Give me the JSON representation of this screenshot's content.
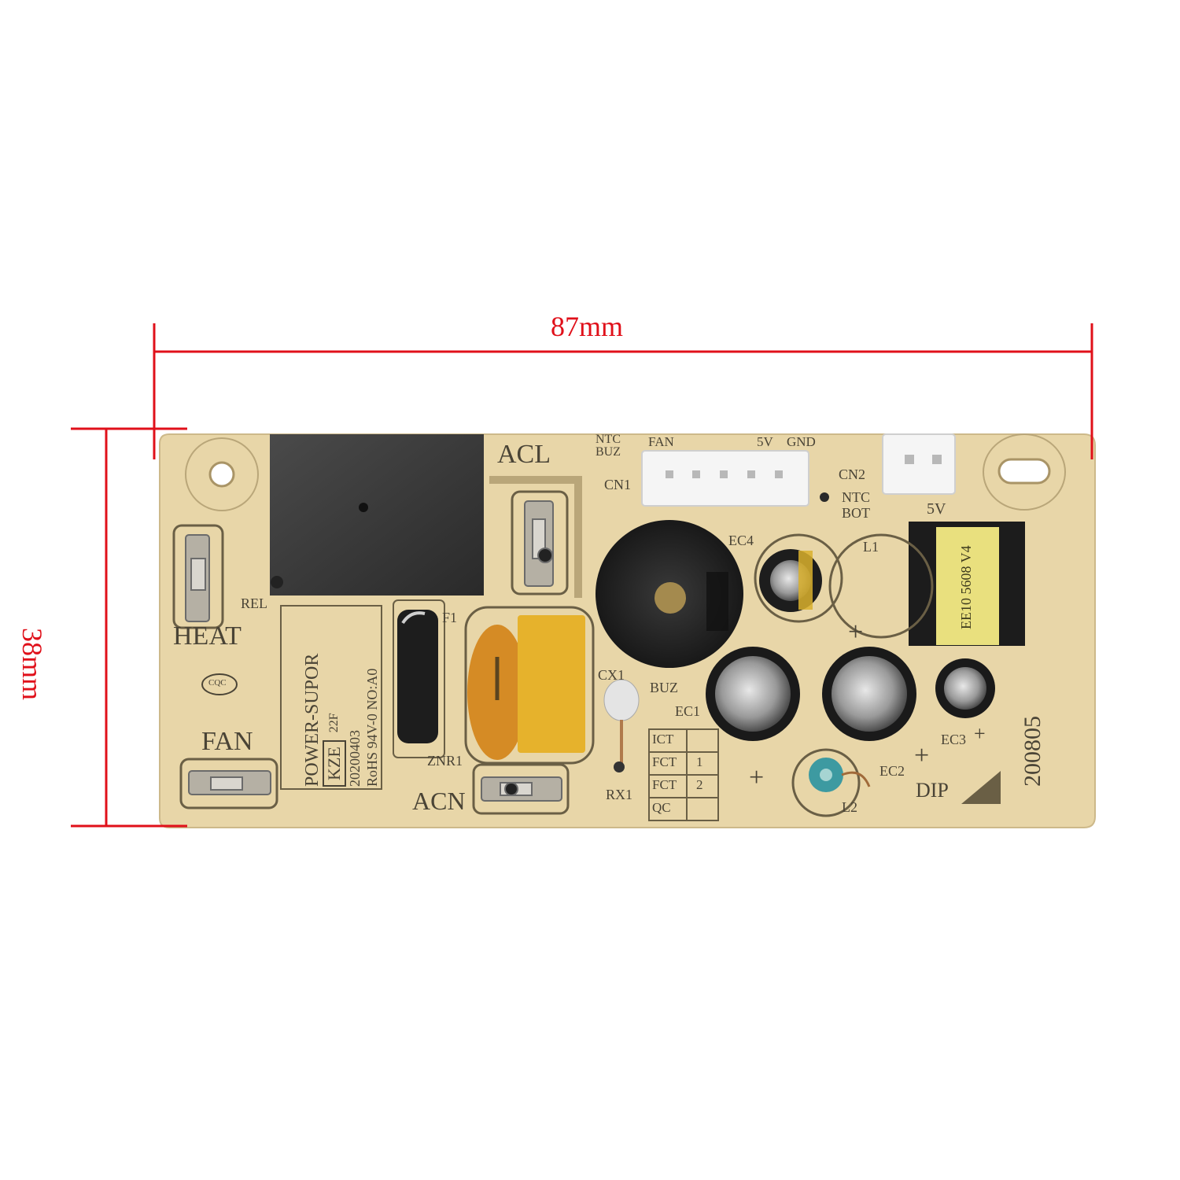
{
  "dimensions": {
    "width_label": "87mm",
    "height_label": "38mm",
    "line_color": "#e0101a"
  },
  "board": {
    "color": "#e6d3a4",
    "silkscreen": {
      "acl": "ACL",
      "heat": "HEAT",
      "fan": "FAN",
      "acn": "ACN",
      "rel": "REL",
      "f1": "F1",
      "znr1": "ZNR1",
      "cx1": "CX1",
      "buz": "BUZ",
      "rx1": "RX1",
      "ec1": "EC1",
      "ec2": "EC2",
      "ec3": "EC3",
      "ec4": "EC4",
      "l1": "L1",
      "l2": "L2",
      "cn1": "CN1",
      "cn2": "CN2",
      "ntc_bot": "NTC BOT",
      "ntc_buz": "NTC BUZ",
      "fan_header": "FAN",
      "five_v": "5V",
      "gnd": "GND",
      "dip": "DIP",
      "date_code": "200805",
      "plus": "+",
      "cqc": "CQC",
      "maker_block": {
        "line1": "POWER-SUPOR",
        "kze": "KZE",
        "line3": "22F",
        "line4": "20200403",
        "line5": "RoHS 94V-0 NO:A0"
      },
      "test_table": [
        [
          "ICT",
          ""
        ],
        [
          "FCT",
          "1"
        ],
        [
          "FCT",
          "2"
        ],
        [
          "QC",
          ""
        ]
      ],
      "transformer_marking": "EE10 5608 V4"
    }
  }
}
